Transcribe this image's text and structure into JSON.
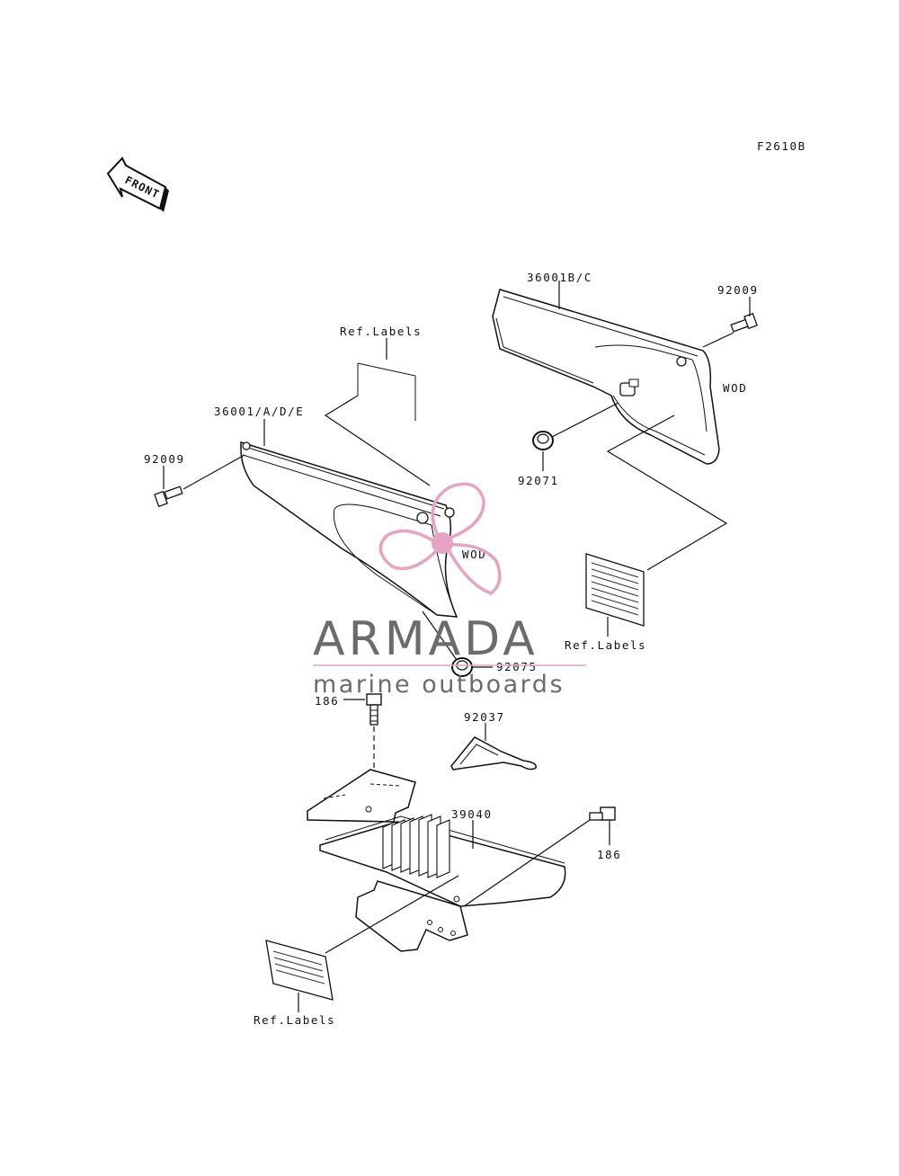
{
  "diagram": {
    "figure_code": "F2610B",
    "front_label": "FRONT",
    "labels": {
      "right_cover": "36001B/C",
      "left_cover": "36001/A/D/E",
      "bolt_upper_right": "92009",
      "bolt_left": "92009",
      "grommet_right": "92071",
      "grommet_lower": "92075",
      "wod_right": "WOD",
      "wod_left": "WOD",
      "ref_labels_top": "Ref.Labels",
      "ref_labels_right": "Ref.Labels",
      "ref_labels_bottom": "Ref.Labels",
      "bolt_186_top": "186",
      "bolt_186_right": "186",
      "clamp": "92037",
      "guard": "39040"
    }
  },
  "watermark": {
    "brand": "ARMADA",
    "tagline": "marine outboards",
    "brand_color": "#6b6b6b",
    "accent_color": "#e6a3c4"
  }
}
